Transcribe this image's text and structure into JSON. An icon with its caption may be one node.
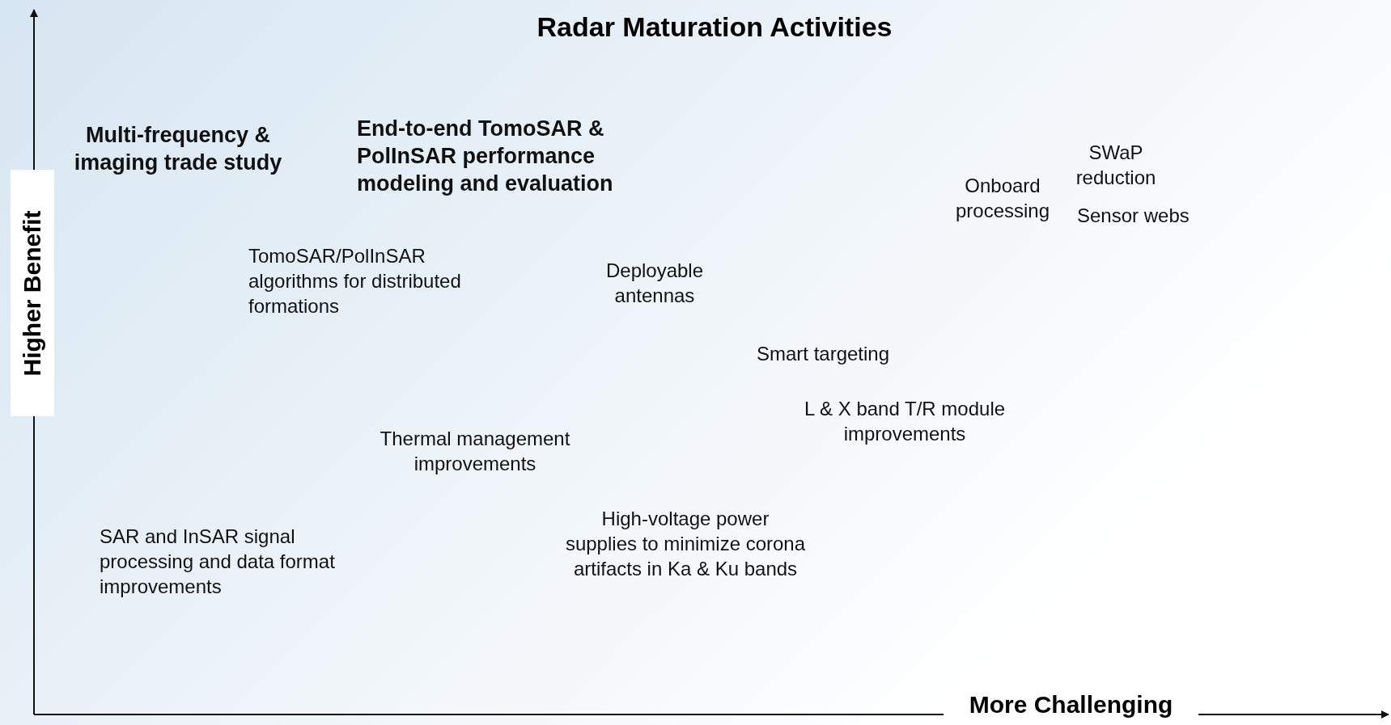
{
  "diagram": {
    "title": "Radar Maturation Activities",
    "labels": [
      "Multi-frequency & imaging trade study",
      "End-to-end TomoSAR & PolInSAR performance modeling and evaluation",
      "SWaP reduction",
      "Onboard processing",
      "Sensor webs",
      "TomoSAR/PolInSAR algorithms for distributed formations",
      "Deployable antennas",
      "Smart targeting",
      "L & X band T/R module improvements",
      "Thermal management improvements",
      "SAR and InSAR signal processing and data format improvements",
      "High-voltage power supplies to minimize corona artifacts in Ka & Ku bands",
      "Higher Benefit",
      "More Challenging"
    ]
  }
}
